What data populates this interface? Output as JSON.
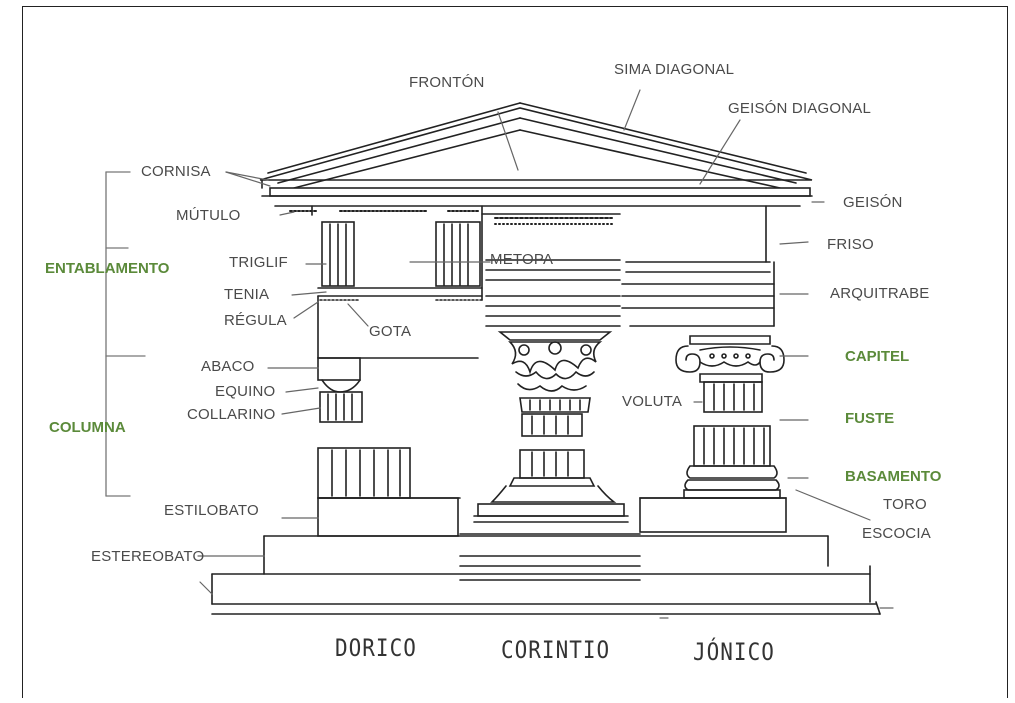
{
  "labels": {
    "fronton": "FRONTÓN",
    "sima_diagonal": "SIMA DIAGONAL",
    "geison_diagonal": "GEISÓN DIAGONAL",
    "cornisa": "CORNISA",
    "mutulo": "MÚTULO",
    "geison": "GEISÓN",
    "friso": "FRISO",
    "triglif": "TRIGLIF",
    "metopa": "METOPA",
    "tenia": "TENIA",
    "regula": "RÉGULA",
    "gota": "GOTA",
    "arquitrabe": "ARQUITRABE",
    "abaco": "ABACO",
    "equino": "EQUINO",
    "collarino": "COLLARINO",
    "voluta": "VOLUTA",
    "estilobato": "ESTILOBATO",
    "estereobato": "ESTEREOBATO",
    "toro": "TORO",
    "escocia": "ESCOCIA"
  },
  "groups": {
    "entablamento": "ENTABLAMENTO",
    "columna": "COLUMNA",
    "capitel": "CAPITEL",
    "fuste": "FUSTE",
    "basamento": "BASAMENTO"
  },
  "orders": {
    "dorico": "DORICO",
    "corintio": "CORINTIO",
    "jonico": "JÓNICO"
  },
  "colors": {
    "group_label": "#5b8a3a",
    "part_label": "#4a4a4a",
    "ink": "#222222"
  }
}
